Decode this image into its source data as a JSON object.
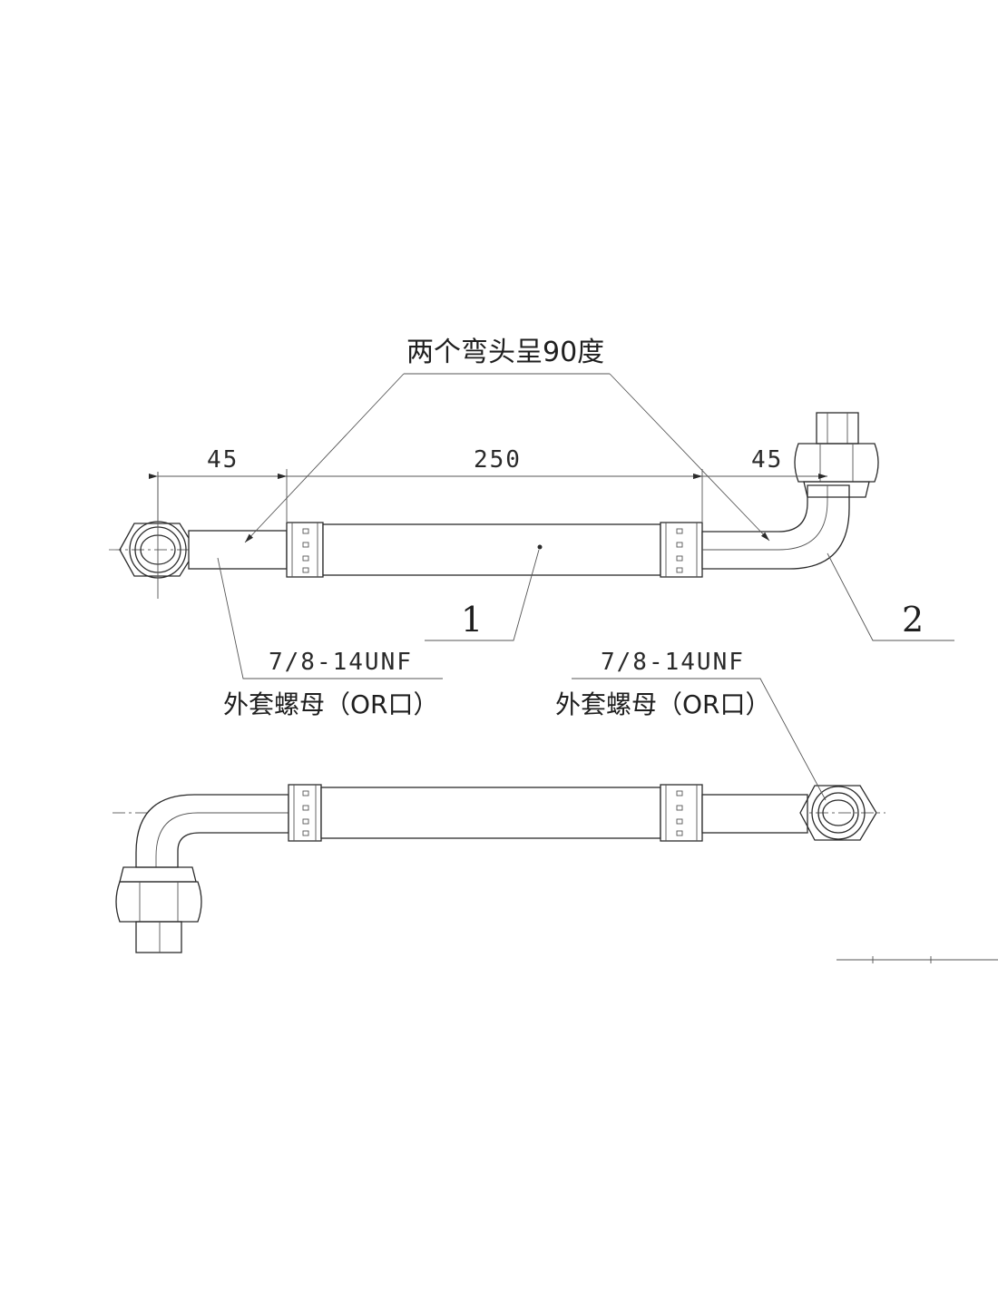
{
  "annotations": {
    "bend_note": "两个弯头呈90度",
    "dim_left": "45",
    "dim_middle": "250",
    "dim_right": "45",
    "part_1": "1",
    "part_2": "2",
    "thread_spec_left": "7/8-14UNF",
    "nut_desc_left": "外套螺母（OR口）",
    "thread_spec_right": "7/8-14UNF",
    "nut_desc_right": "外套螺母（OR口）"
  }
}
